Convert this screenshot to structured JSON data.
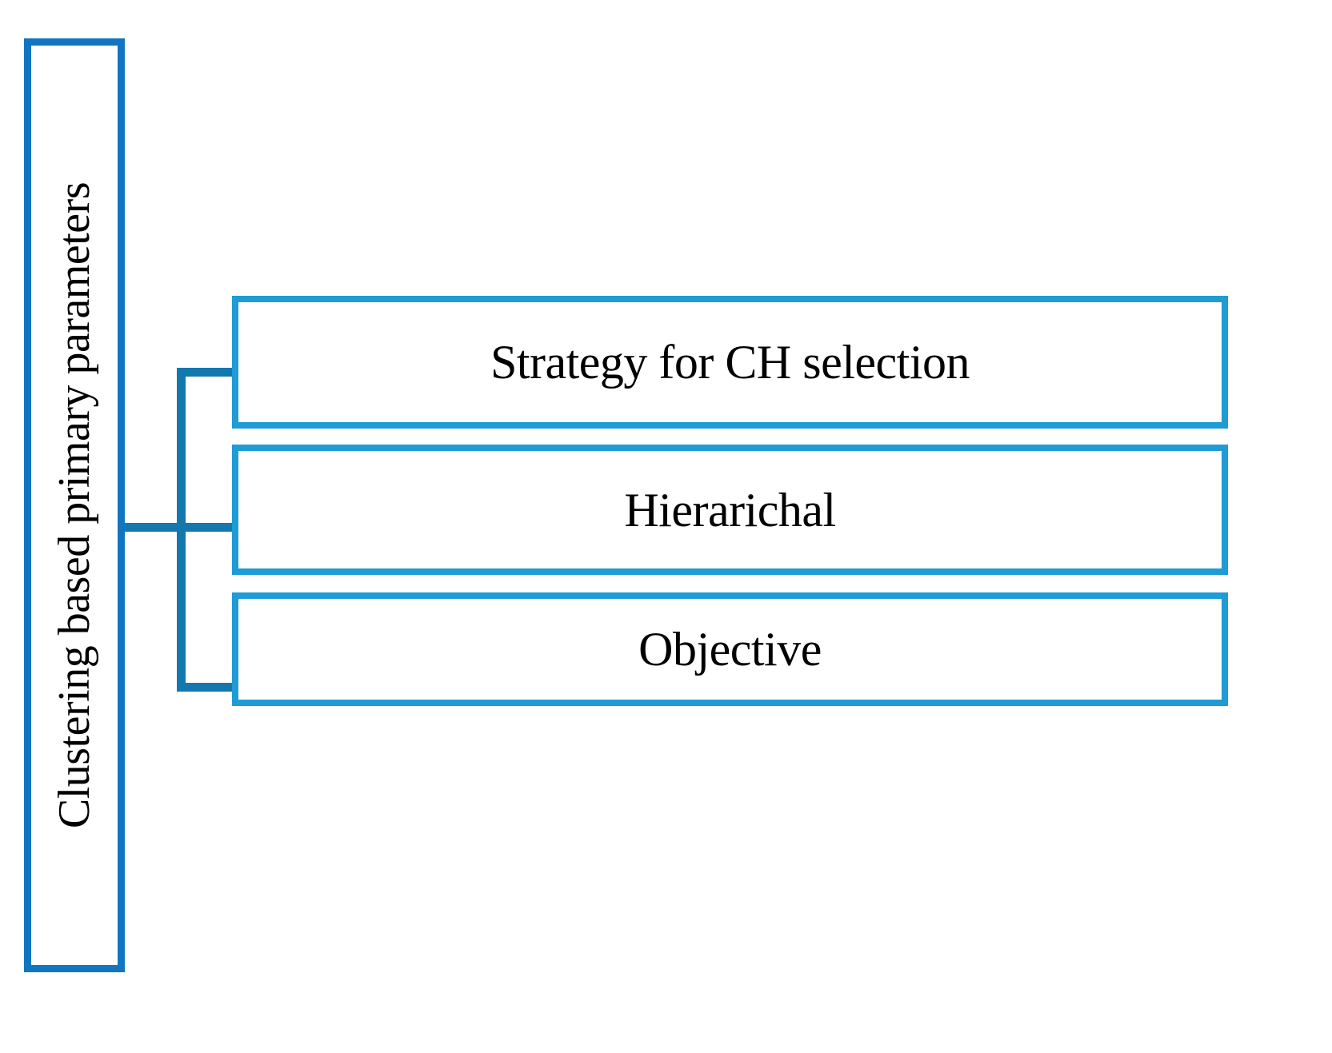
{
  "diagram": {
    "type": "hierarchy-tree",
    "orientation": "left-root-right-leaves",
    "root": {
      "label": "Clustering based primary parameters",
      "text_orientation": "vertical-rotated-90-ccw",
      "border_color": "#1275C1",
      "fill_color": "#FFFFFF",
      "text_color": "#000000"
    },
    "leaves": [
      {
        "label": "Strategy for CH selection",
        "border_color": "#1F9BD6",
        "fill_color": "#FFFFFF",
        "text_color": "#000000"
      },
      {
        "label": "Hierarichal",
        "border_color": "#1F9BD6",
        "fill_color": "#FFFFFF",
        "text_color": "#000000"
      },
      {
        "label": "Objective",
        "border_color": "#1F9BD6",
        "fill_color": "#FFFFFF",
        "text_color": "#000000"
      }
    ],
    "connector": {
      "color": "#1278AE",
      "style": "orthogonal-elbow",
      "branch_count": 3
    },
    "background_color": "#FFFFFF"
  }
}
